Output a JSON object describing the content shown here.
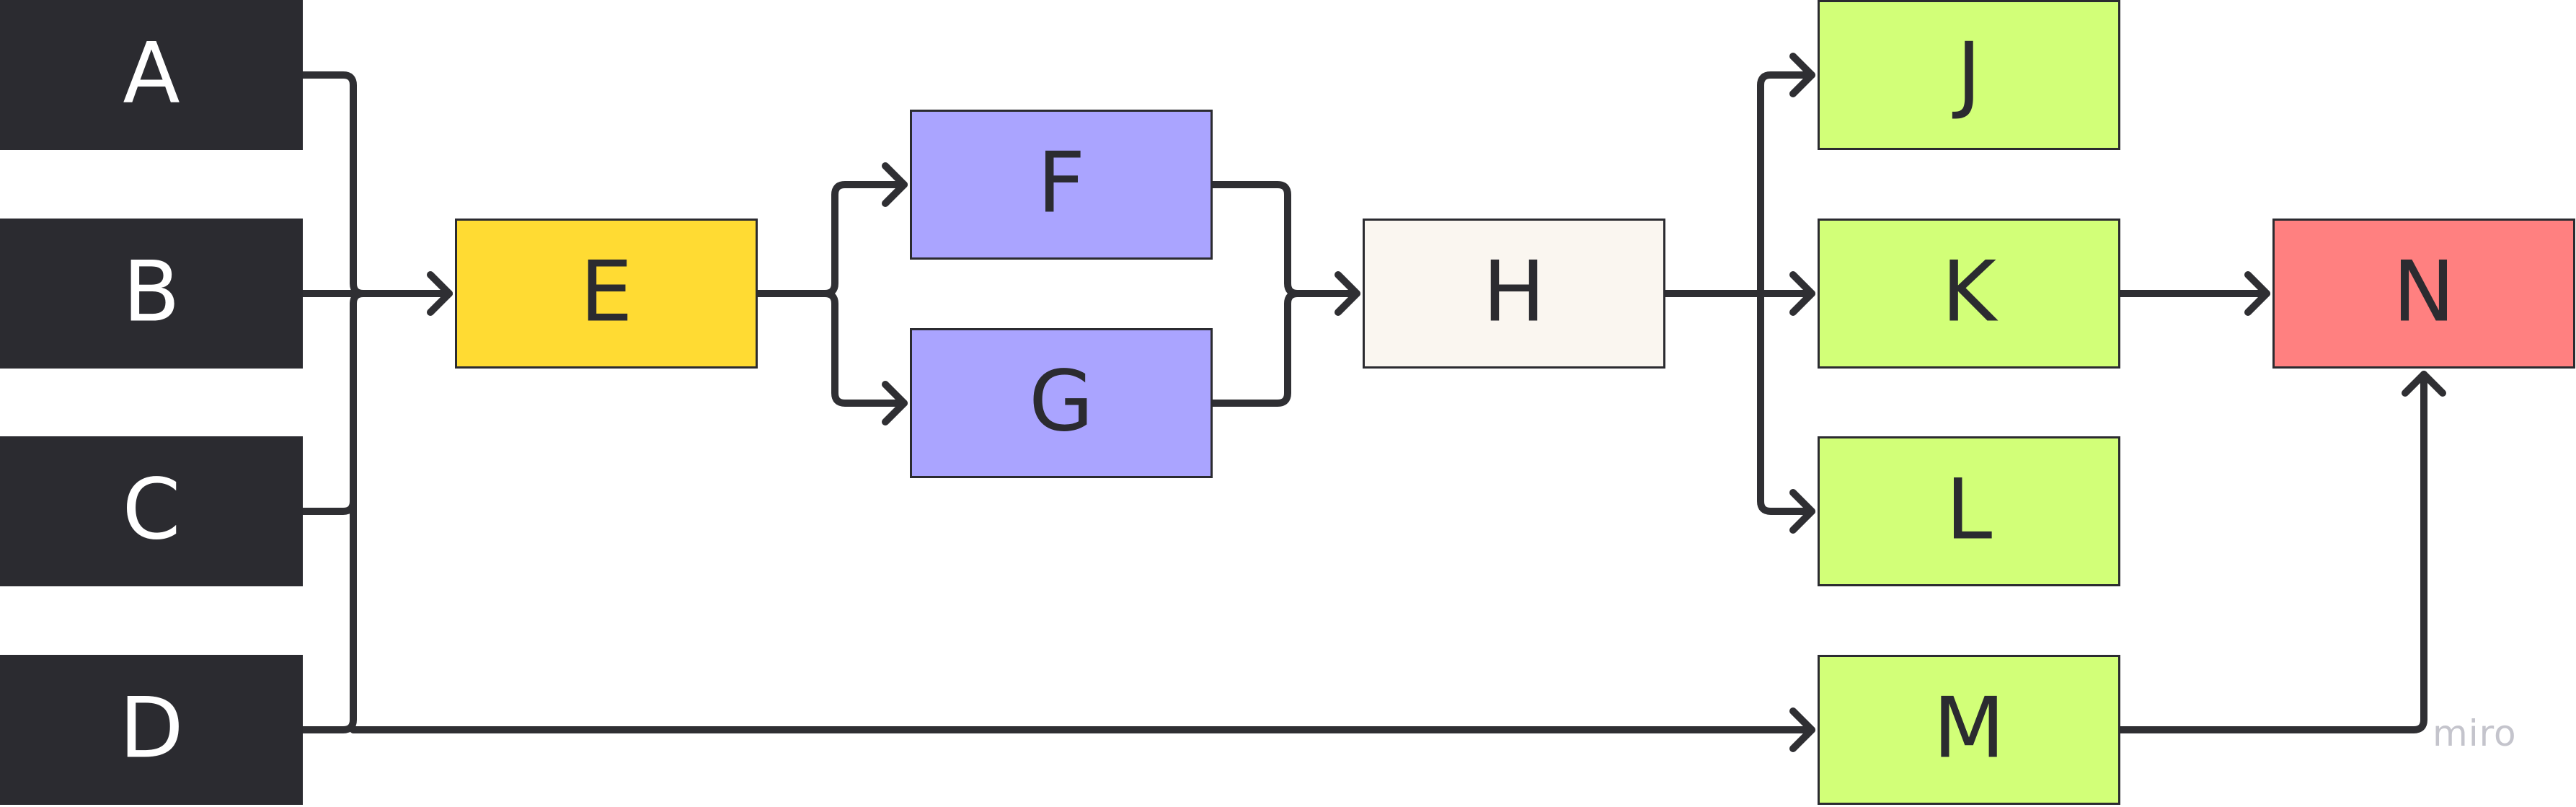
{
  "diagram": {
    "nodes": [
      {
        "id": "A",
        "label": "A",
        "fill": "#2b2b30",
        "text_color": "#ffffff"
      },
      {
        "id": "B",
        "label": "B",
        "fill": "#2b2b30",
        "text_color": "#ffffff"
      },
      {
        "id": "C",
        "label": "C",
        "fill": "#2b2b30",
        "text_color": "#ffffff"
      },
      {
        "id": "D",
        "label": "D",
        "fill": "#2b2b30",
        "text_color": "#ffffff"
      },
      {
        "id": "E",
        "label": "E",
        "fill": "#ffdb33",
        "text_color": "#2b2b30"
      },
      {
        "id": "F",
        "label": "F",
        "fill": "#aaa4ff",
        "text_color": "#2b2b30"
      },
      {
        "id": "G",
        "label": "G",
        "fill": "#aaa4ff",
        "text_color": "#2b2b30"
      },
      {
        "id": "H",
        "label": "H",
        "fill": "#faf6f0",
        "text_color": "#2b2b30"
      },
      {
        "id": "J",
        "label": "J",
        "fill": "#d2ff78",
        "text_color": "#2b2b30"
      },
      {
        "id": "K",
        "label": "K",
        "fill": "#d2ff78",
        "text_color": "#2b2b30"
      },
      {
        "id": "L",
        "label": "L",
        "fill": "#d2ff78",
        "text_color": "#2b2b30"
      },
      {
        "id": "M",
        "label": "M",
        "fill": "#d2ff78",
        "text_color": "#2b2b30"
      },
      {
        "id": "N",
        "label": "N",
        "fill": "#ff8080",
        "text_color": "#2b2b30"
      }
    ],
    "edges": [
      {
        "from": "A",
        "to": "E"
      },
      {
        "from": "B",
        "to": "E"
      },
      {
        "from": "C",
        "to": "E"
      },
      {
        "from": "D",
        "to": "E"
      },
      {
        "from": "D",
        "to": "M"
      },
      {
        "from": "E",
        "to": "F"
      },
      {
        "from": "E",
        "to": "G"
      },
      {
        "from": "F",
        "to": "H"
      },
      {
        "from": "G",
        "to": "H"
      },
      {
        "from": "H",
        "to": "J"
      },
      {
        "from": "H",
        "to": "K"
      },
      {
        "from": "H",
        "to": "L"
      },
      {
        "from": "K",
        "to": "N"
      },
      {
        "from": "M",
        "to": "N"
      }
    ],
    "colors": {
      "edge": "#2f2f33",
      "node_border": "#2b2b30",
      "watermark": "#c4c4cc"
    }
  },
  "watermark": {
    "text": "miro"
  }
}
